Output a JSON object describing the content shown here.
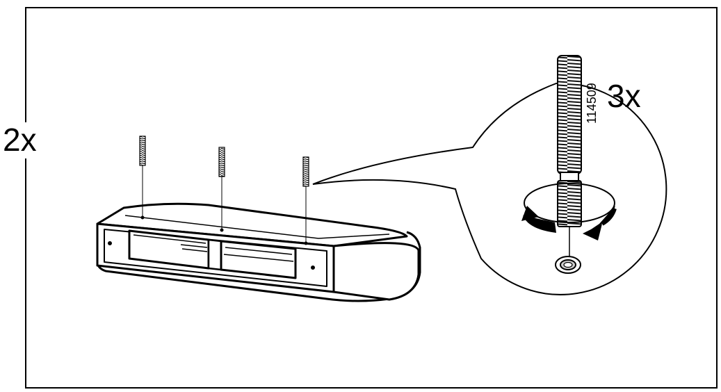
{
  "instruction_step": {
    "quantity_left": "2x",
    "quantity_right": "3x",
    "part_number": "114509"
  },
  "icons": {
    "part": "threaded-dowel-icon",
    "base": "base-block-icon",
    "rotation": "clockwise-rotation-arrow-icon"
  }
}
